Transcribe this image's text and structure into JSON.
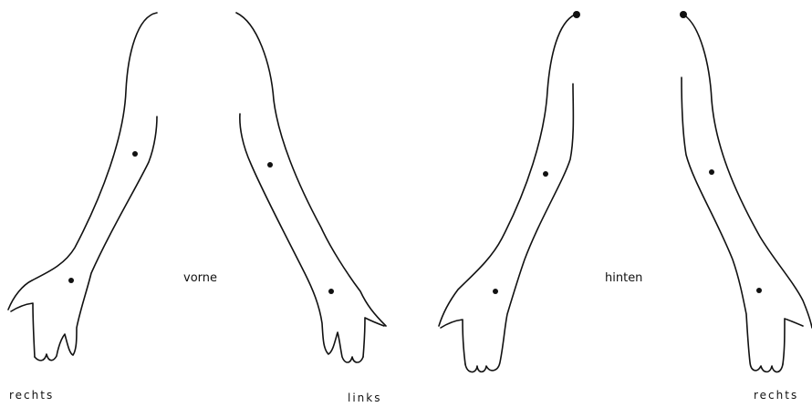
{
  "labels": {
    "front_view": "vorne",
    "back_view": "hinten",
    "right_front": "rechts",
    "left_front": "links",
    "right_back": "rechts"
  },
  "colors": {
    "line": "#111111",
    "background": "#ffffff"
  }
}
